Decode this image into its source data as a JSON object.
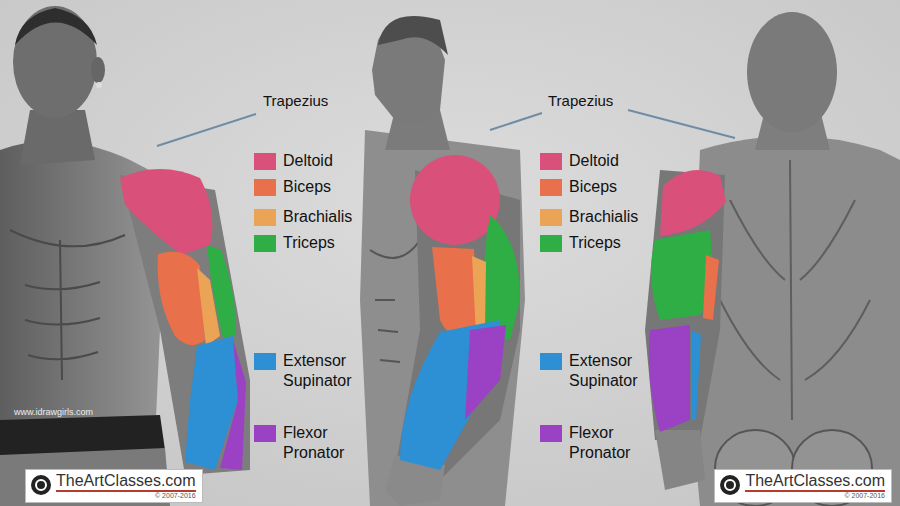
{
  "diagram": {
    "nodes": [
      {
        "text": [
          "TheArtClasses.com",
          "© 2007-2016"
        ]
      },
      {
        "text": [
          "TheArtClasses.com",
          "© 2007-2016"
        ]
      }
    ],
    "labels": [
      "Trapezius",
      "Trapezius",
      "www.idrawgirls.com"
    ],
    "legend": [
      {
        "text": "Deltoid",
        "color": "#d9507a"
      },
      {
        "text": "Biceps",
        "color": "#e8704a"
      },
      {
        "text": "Brachialis",
        "color": "#eba455"
      },
      {
        "text": "Triceps",
        "color": "#2fae46"
      },
      {
        "text": "Extensor Supinator",
        "color": "#2d8fd4"
      },
      {
        "text": "Flexor Pronator",
        "color": "#9b42c4"
      },
      {
        "text": "Deltoid",
        "color": "#d9507a"
      },
      {
        "text": "Biceps",
        "color": "#e8704a"
      },
      {
        "text": "Brachialis",
        "color": "#eba455"
      },
      {
        "text": "Triceps",
        "color": "#2fae46"
      },
      {
        "text": "Extensor Supinator",
        "color": "#2d8fd4"
      },
      {
        "text": "Flexor Pronator",
        "color": "#9b42c4"
      }
    ]
  }
}
